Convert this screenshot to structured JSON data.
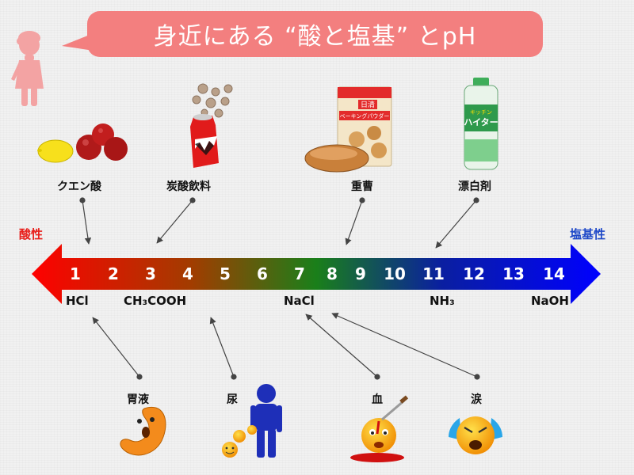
{
  "title": "身近にある “酸と塩基” とpH",
  "acid_label": "酸性",
  "base_label": "塩基性",
  "scale_numbers": [
    "1",
    "2",
    "3",
    "4",
    "5",
    "6",
    "7",
    "8",
    "9",
    "10",
    "11",
    "12",
    "13",
    "14"
  ],
  "chemicals": {
    "hcl": "HCl",
    "acetic": "CH₃COOH",
    "nacl": "NaCl",
    "nh3": "NH₃",
    "naoh": "NaOH"
  },
  "top_items": {
    "citric": "クエン酸",
    "soda": "炭酸飲料",
    "baking": "重曹",
    "bleach": "漂白剤"
  },
  "bottom_items": {
    "stomach": "胃液",
    "urine": "尿",
    "blood": "血",
    "tears": "涙"
  },
  "product_text": {
    "baking_pkg_brand": "日清",
    "baking_pkg_name": "ベーキングパウダー",
    "bleach_brand": "キッチン",
    "bleach_name": "ハイター"
  },
  "colors": {
    "acid": "#e8201c",
    "base": "#1f49c8",
    "bubble": "#f37f7f",
    "gradient": [
      "#ff0000",
      "#a33a00",
      "#1f7f1a",
      "#0a1fa0",
      "#0000ff"
    ]
  }
}
